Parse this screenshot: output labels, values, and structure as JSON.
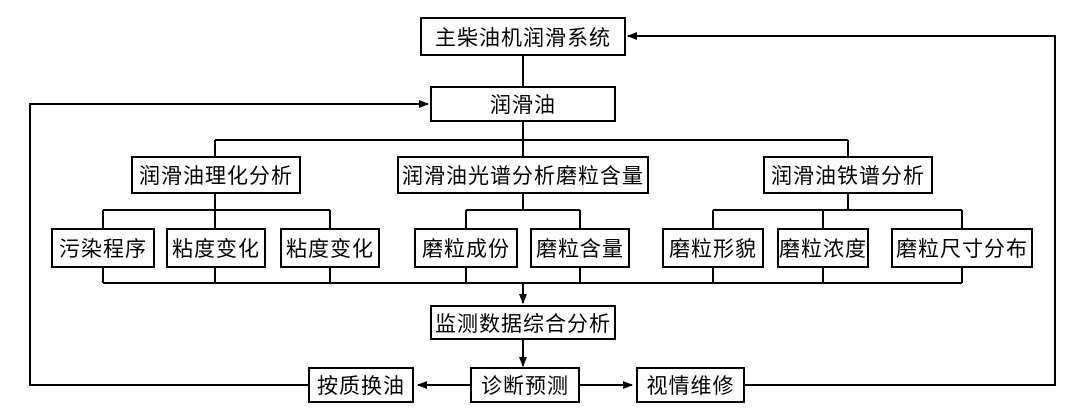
{
  "diagram": {
    "top": "主柴油机润滑系统",
    "oil": "润滑油",
    "branches": [
      {
        "title": "润滑油理化分析",
        "children": [
          "污染程序",
          "粘度变化",
          "粘度变化"
        ]
      },
      {
        "title": "润滑油光谱分析磨粒含量",
        "children": [
          "磨粒成份",
          "磨粒含量"
        ]
      },
      {
        "title": "润滑油铁谱分析",
        "children": [
          "磨粒形貌",
          "磨粒浓度",
          "磨粒尺寸分布"
        ]
      }
    ],
    "analysis": "监测数据综合分析",
    "diagnosis": "诊断预测",
    "left_action": "按质换油",
    "right_action": "视情维修"
  },
  "colors": {
    "line": "#000000",
    "background": "#ffffff"
  }
}
